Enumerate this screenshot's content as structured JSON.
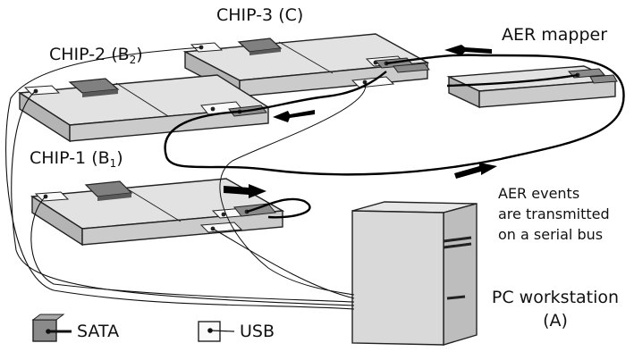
{
  "labels": {
    "chip3": {
      "text": "CHIP-3",
      "paren": "(C)"
    },
    "chip2": {
      "text": "CHIP-2",
      "paren_open": "(B",
      "sub": "2",
      "paren_close": ")"
    },
    "chip1": {
      "text": "CHIP-1",
      "paren_open": "(B",
      "sub": "1",
      "paren_close": ")"
    },
    "aer_mapper": "AER mapper",
    "aer_events": [
      "AER events",
      "are transmitted",
      "on a serial bus"
    ],
    "pc": {
      "line1": "PC workstation",
      "line2": "(A)"
    }
  },
  "legend": {
    "sata": {
      "icon": "sata-connector-icon",
      "label": "SATA"
    },
    "usb": {
      "icon": "usb-connector-icon",
      "label": "USB"
    }
  }
}
